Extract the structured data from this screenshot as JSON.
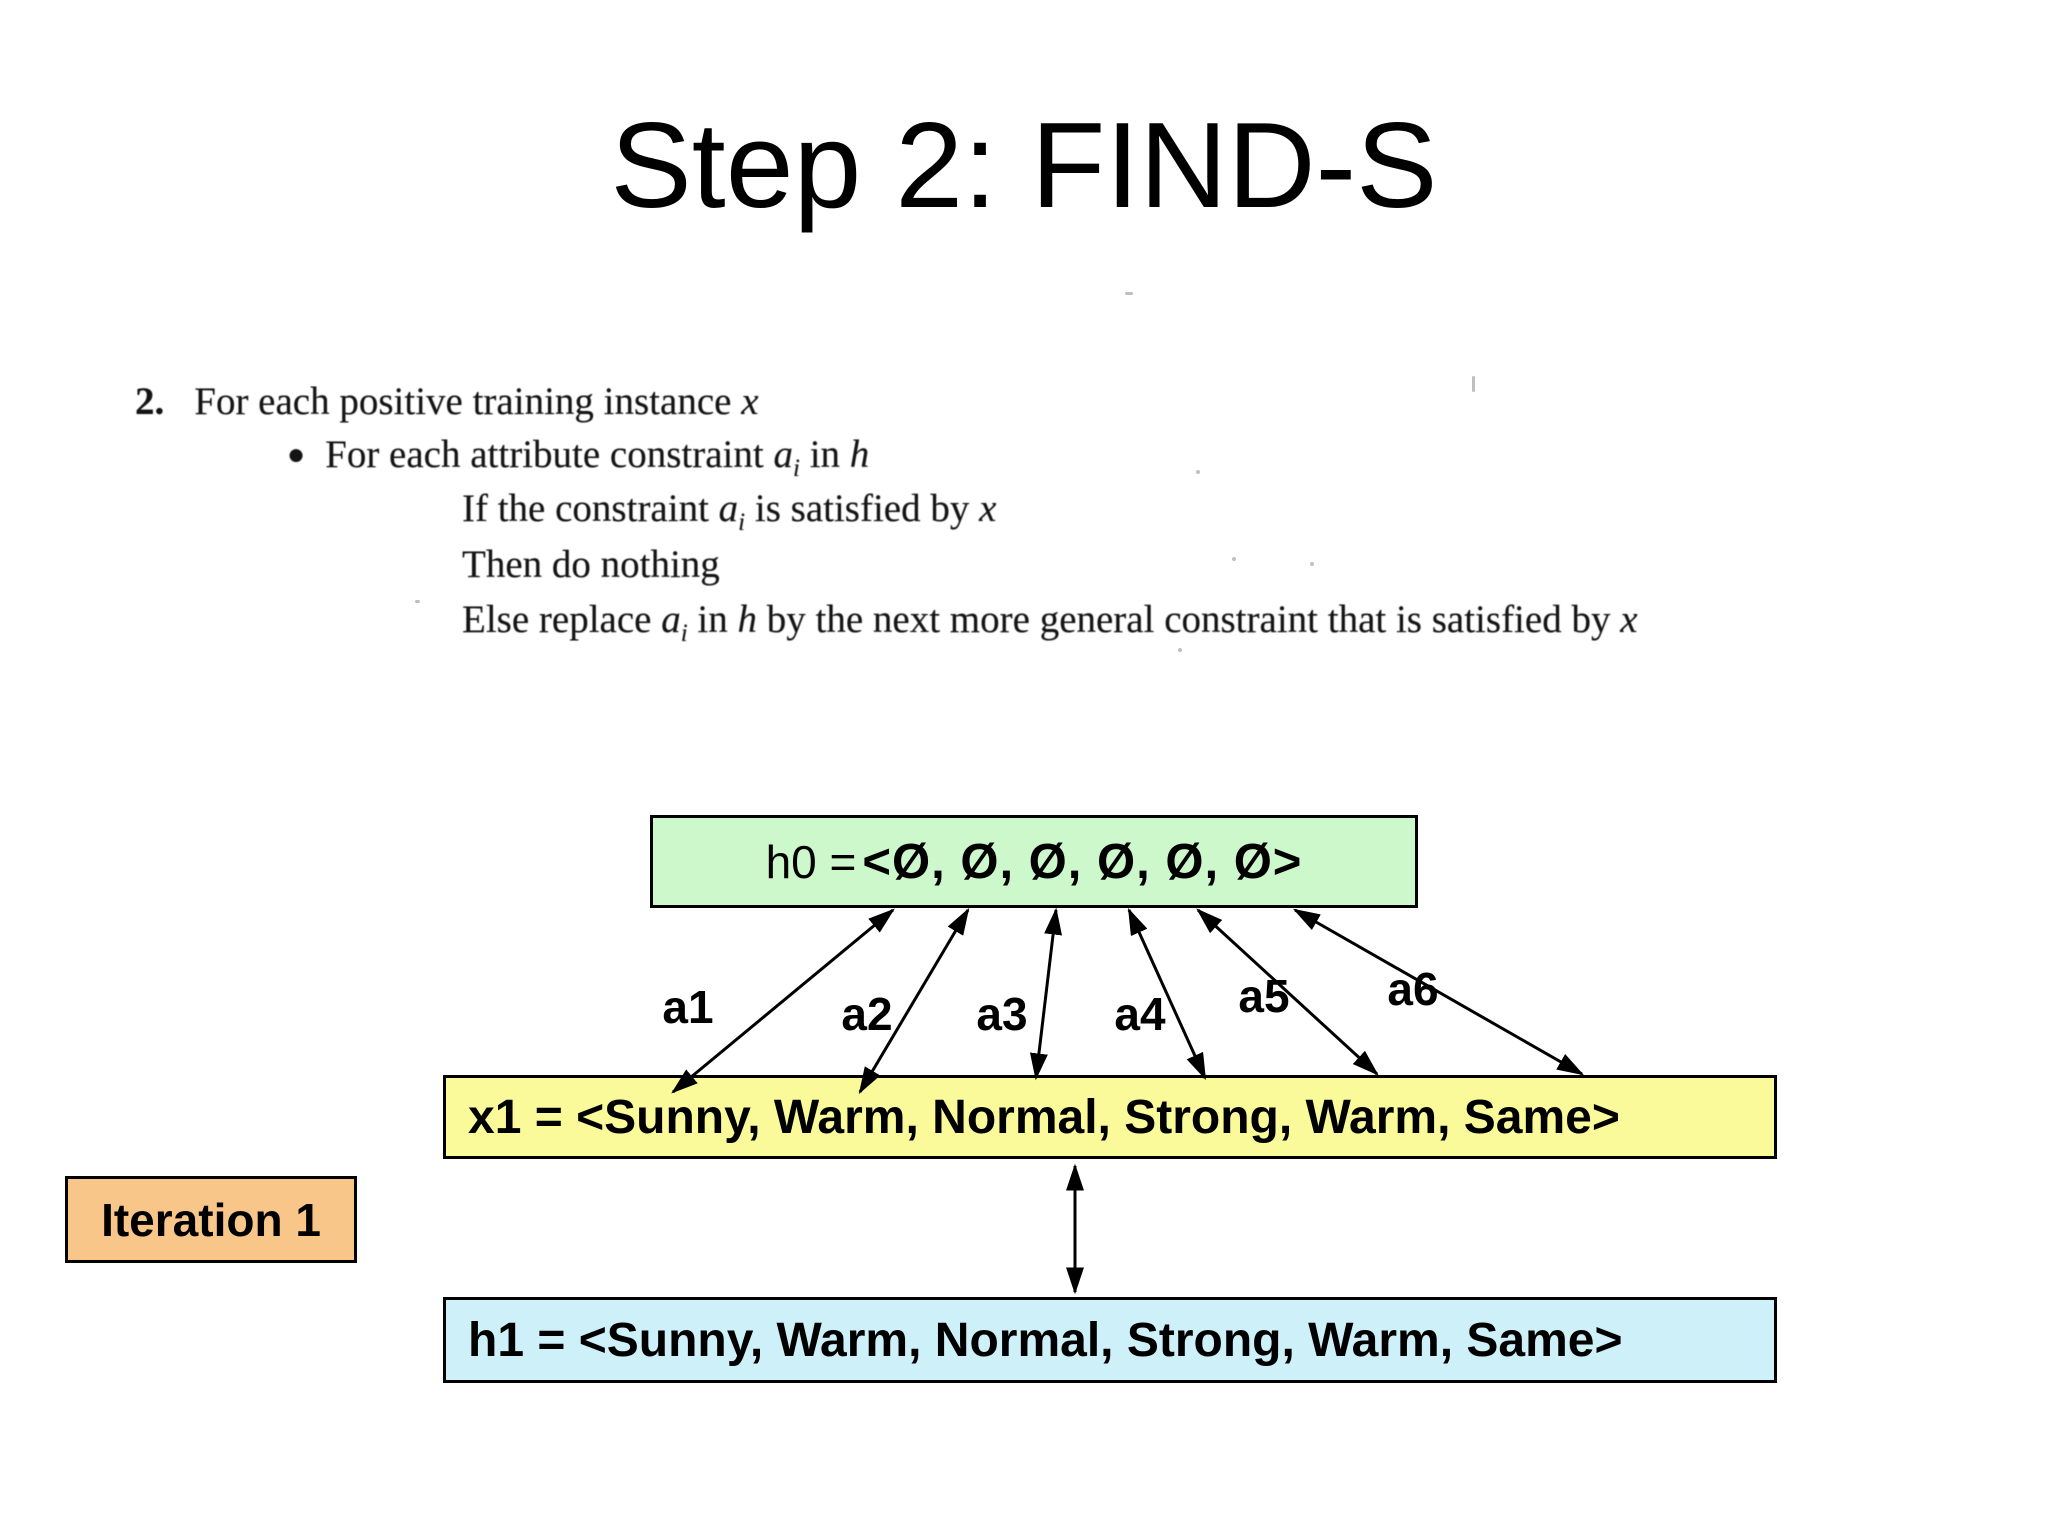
{
  "title": "Step 2: FIND-S",
  "algorithm": {
    "number": "2.",
    "line1_text": "For each positive training instance ",
    "line1_var": "x",
    "bullet": "●",
    "line2_text": "For each attribute constraint ",
    "line2_var_a": "a",
    "line2_sub": "i",
    "line2_mid": " in ",
    "line2_var_h": "h",
    "line3_text": "If the constraint ",
    "line3_var_a": "a",
    "line3_sub": "i",
    "line3_mid": " is satisfied by ",
    "line3_var_x": "x",
    "line4_text": "Then do nothing",
    "line5_text": "Else replace ",
    "line5_var_a": "a",
    "line5_sub": "i",
    "line5_mid": " in ",
    "line5_var_h": "h",
    "line5_rest": " by the next more general constraint that is satisfied by ",
    "line5_var_x": "x"
  },
  "diagram": {
    "h0_prefix": "h0 = ",
    "h0_vector": "<Ø, Ø, Ø, Ø, Ø, Ø>",
    "arrow_labels": [
      "a1",
      "a2",
      "a3",
      "a4",
      "a5",
      "a6"
    ],
    "x1_label": "x1 = <Sunny, Warm, Normal, Strong, Warm, Same>",
    "iteration_label": "Iteration 1",
    "h1_label": "h1 = <Sunny, Warm, Normal, Strong, Warm, Same>",
    "colors": {
      "h0_fill": "#ccf8cc",
      "x1_fill": "#fafa9b",
      "h1_fill": "#cdf0f9",
      "iteration_fill": "#f9c689",
      "border": "#000000",
      "arrow": "#000000"
    }
  }
}
